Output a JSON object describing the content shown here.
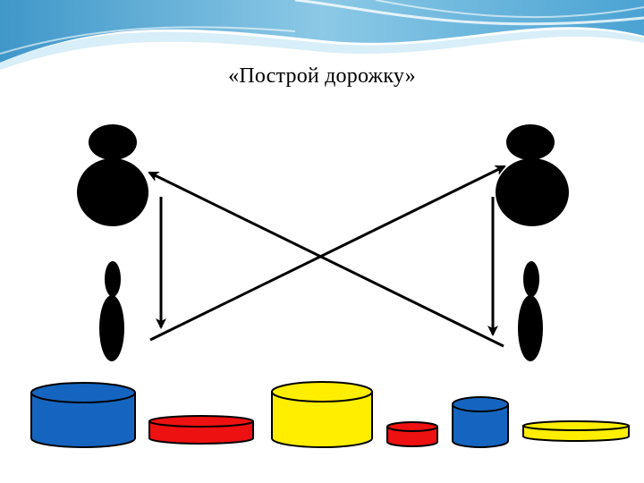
{
  "slide": {
    "title": "«Построй дорожку»"
  },
  "colors": {
    "header_dark": "#5aa9d6",
    "header_light": "#cfeaf6",
    "figure": "#000000",
    "blue": "#1565c0",
    "red": "#ee1111",
    "yellow": "#ffee00",
    "outline": "#000000"
  },
  "figures": [
    {
      "name": "left-child",
      "color": "figure"
    },
    {
      "name": "right-child",
      "color": "figure"
    },
    {
      "name": "left-skittle",
      "color": "figure"
    },
    {
      "name": "right-skittle",
      "color": "figure"
    }
  ],
  "arrows": [
    {
      "name": "left-down-arrow"
    },
    {
      "name": "right-down-arrow"
    },
    {
      "name": "diagonal-arrow-to-left-child"
    },
    {
      "name": "diagonal-arrow-to-right-child"
    }
  ],
  "cylinders": [
    {
      "name": "large-blue-cylinder",
      "color": "blue"
    },
    {
      "name": "flat-red-cylinder",
      "color": "red"
    },
    {
      "name": "large-yellow-cylinder",
      "color": "yellow"
    },
    {
      "name": "small-red-cylinder",
      "color": "red"
    },
    {
      "name": "small-blue-cylinder",
      "color": "blue"
    },
    {
      "name": "flat-yellow-cylinder",
      "color": "yellow"
    }
  ]
}
